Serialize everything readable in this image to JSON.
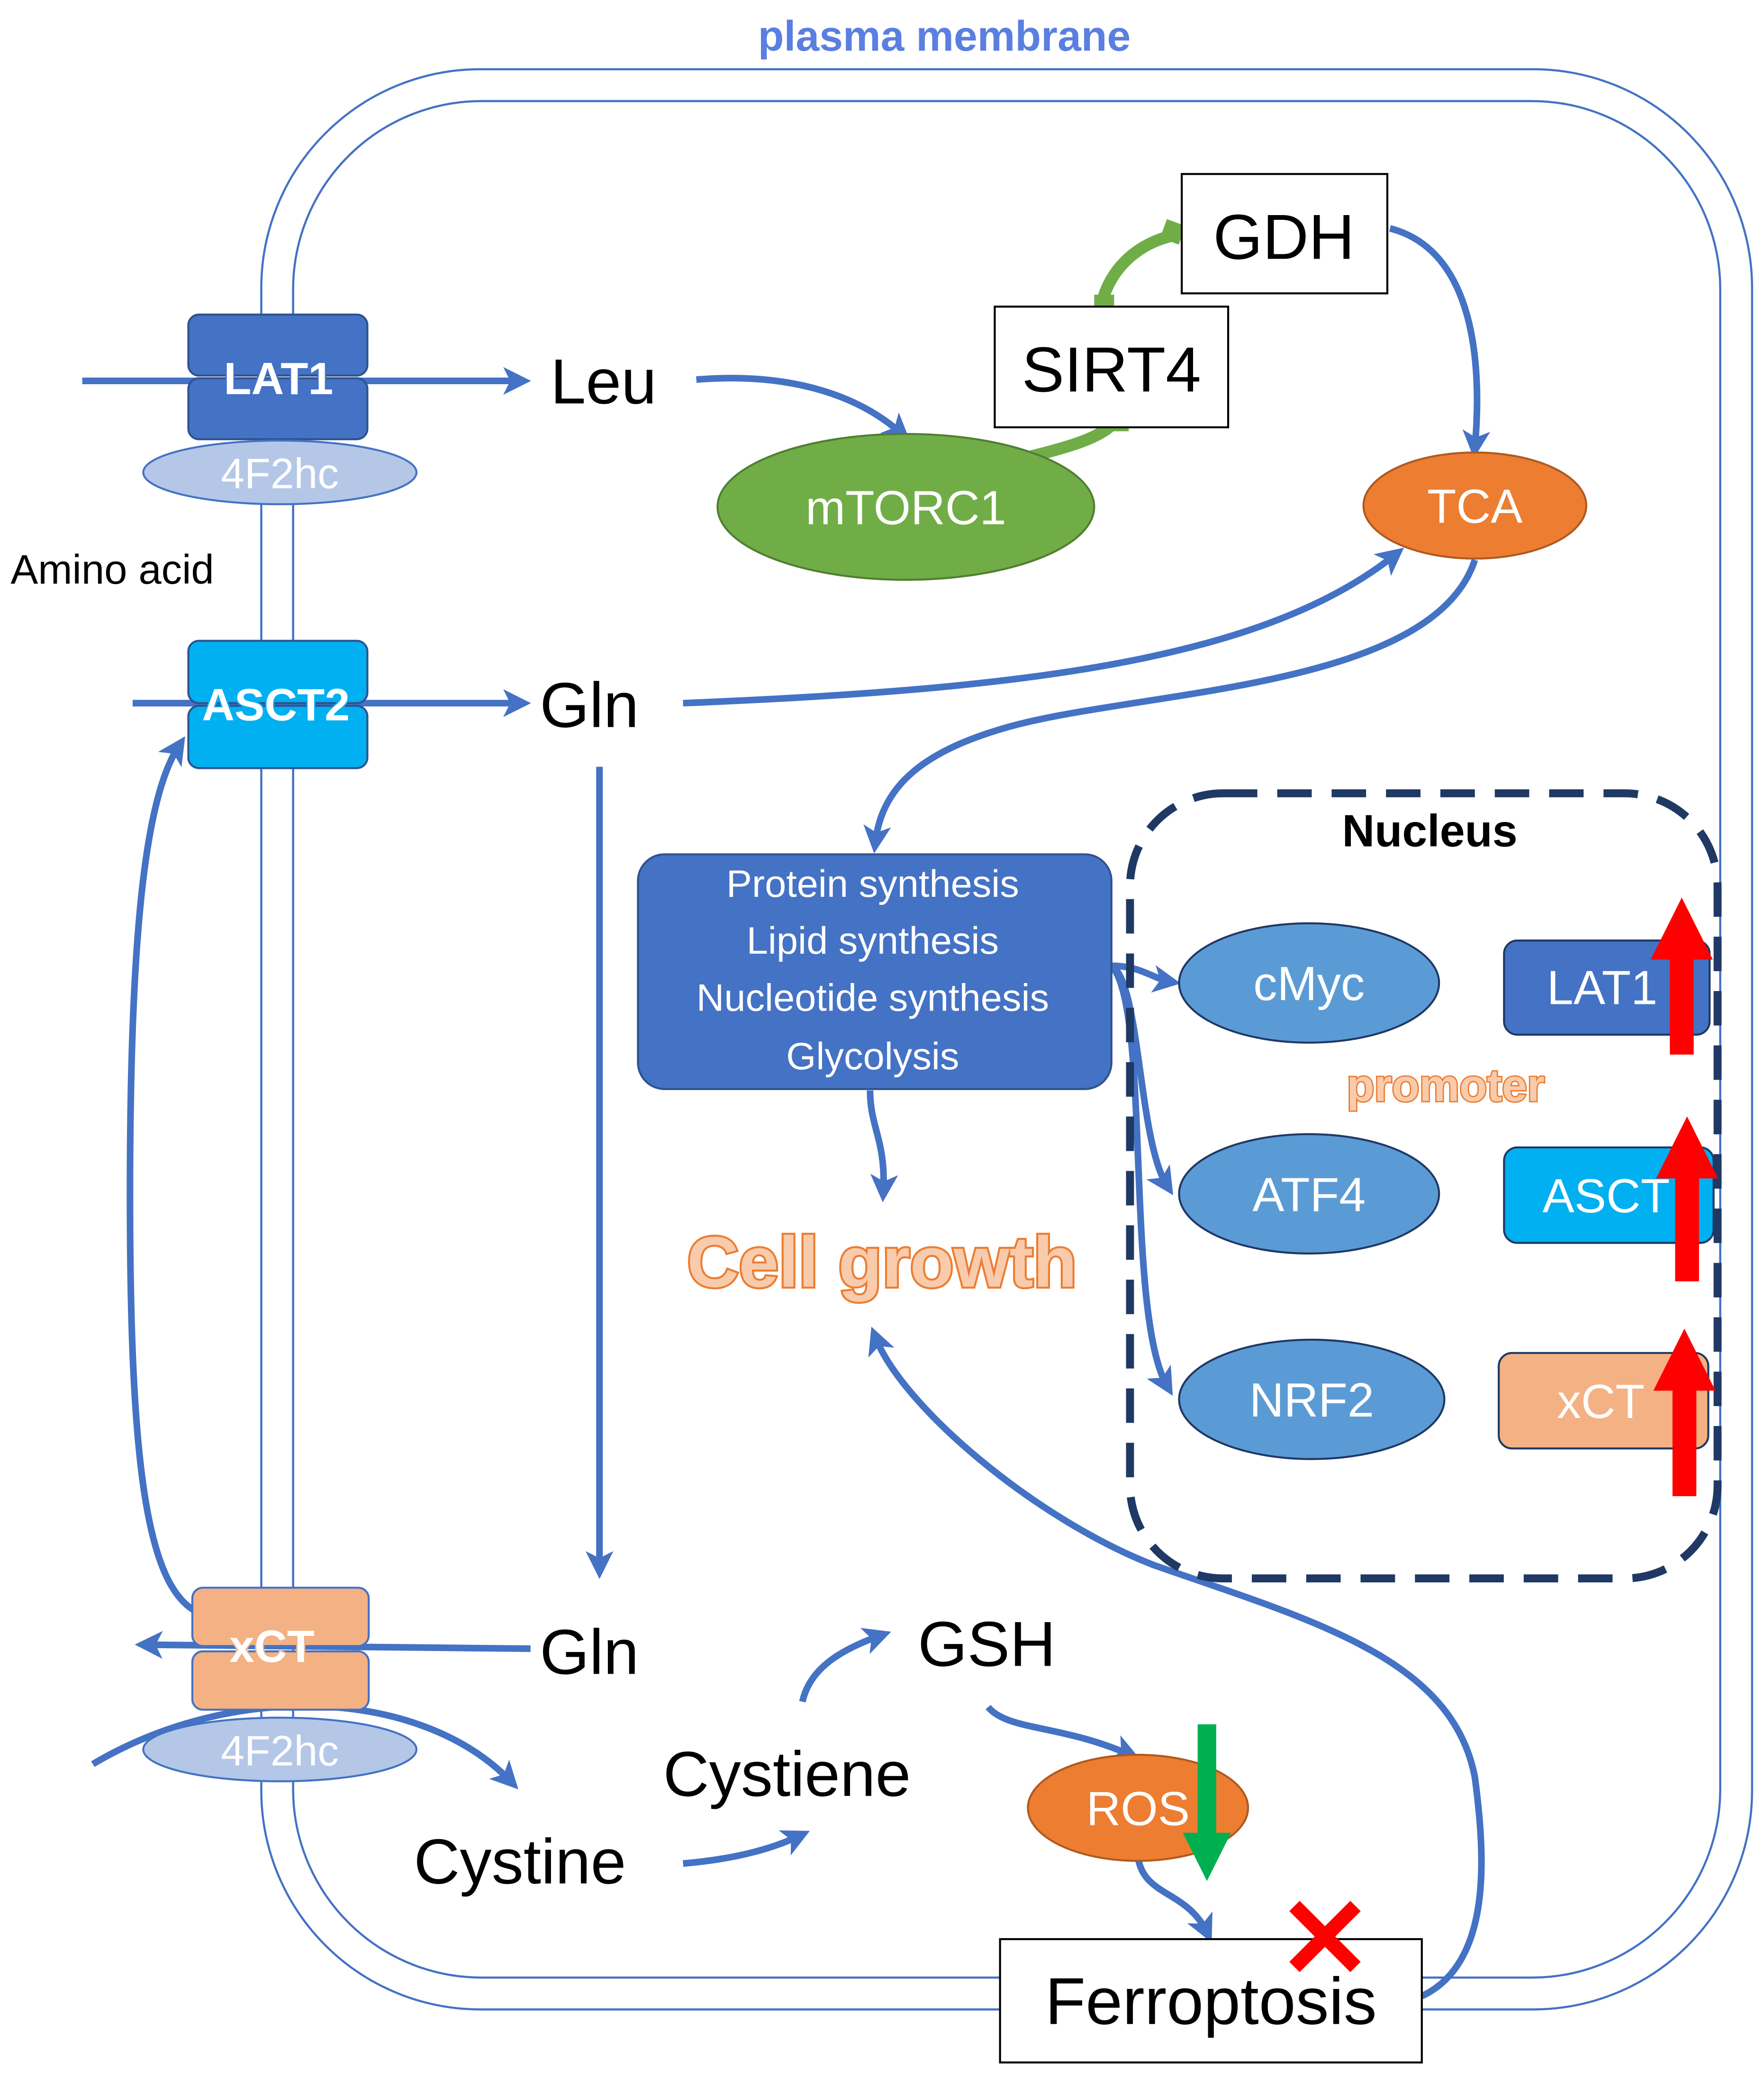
{
  "colors": {
    "arrow": "#4472c4",
    "membrane": "#4472c4",
    "dark_blue": "#4472c4",
    "light_blue": "#00b0f0",
    "mid_blue": "#5b9bd5",
    "pale_blue": "#b4c7e7",
    "salmon": "#f4b183",
    "green": "#70ad47",
    "orange": "#ed7d31",
    "red": "#ff0000",
    "nucleus_border": "#1f3864",
    "green_arrow": "#00b050"
  },
  "membrane": {
    "title": "plasma membrane"
  },
  "transporters": {
    "lat1": {
      "label": "LAT1",
      "subunit": "4F2hc"
    },
    "asct2": {
      "label": "ASCT2"
    },
    "xct": {
      "label": "xCT",
      "subunit": "4F2hc"
    }
  },
  "side_label": "Amino acid",
  "metabolites": {
    "leu": "Leu",
    "gln_top": "Gln",
    "gln_bottom": "Gln",
    "gsh": "GSH",
    "cystiene": "Cystiene",
    "cystine": "Cystine"
  },
  "nodes": {
    "gdh": "GDH",
    "sirt4": "SIRT4",
    "mtorc1": "mTORC1",
    "tca": "TCA",
    "ros": "ROS",
    "ferroptosis": "Ferroptosis"
  },
  "synthesis_box": {
    "lines": [
      "Protein synthesis",
      "Lipid synthesis",
      "Nucleotide synthesis",
      "Glycolysis"
    ]
  },
  "cell_growth": "Cell growth",
  "nucleus": {
    "title": "Nucleus",
    "promoter_label": "promoter",
    "factors": [
      "cMyc",
      "ATF4",
      "NRF2"
    ],
    "targets": [
      "LAT1",
      "ASCT",
      "xCT"
    ]
  }
}
